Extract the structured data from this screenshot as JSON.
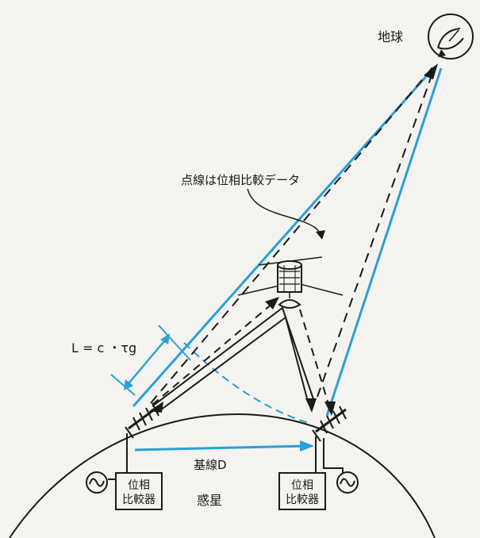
{
  "labels": {
    "earth": "地球",
    "dotted_note": "点線は位相比較データ",
    "path_length": "L = c ・τg",
    "baseline": "基線D",
    "planet": "惑星",
    "comparator_left_line1": "位相",
    "comparator_left_line2": "比較器",
    "comparator_right_line1": "位相",
    "comparator_right_line2": "比較器"
  },
  "colors": {
    "signal": "#2b9fd6",
    "ink": "#1a1a1a",
    "background": "#f4f3ef"
  },
  "icons": {
    "earth_station": "dish-antenna-icon",
    "spacecraft": "satellite-icon",
    "ground_antenna": "yagi-antenna-icon",
    "oscillator": "sine-oscillator-icon"
  }
}
